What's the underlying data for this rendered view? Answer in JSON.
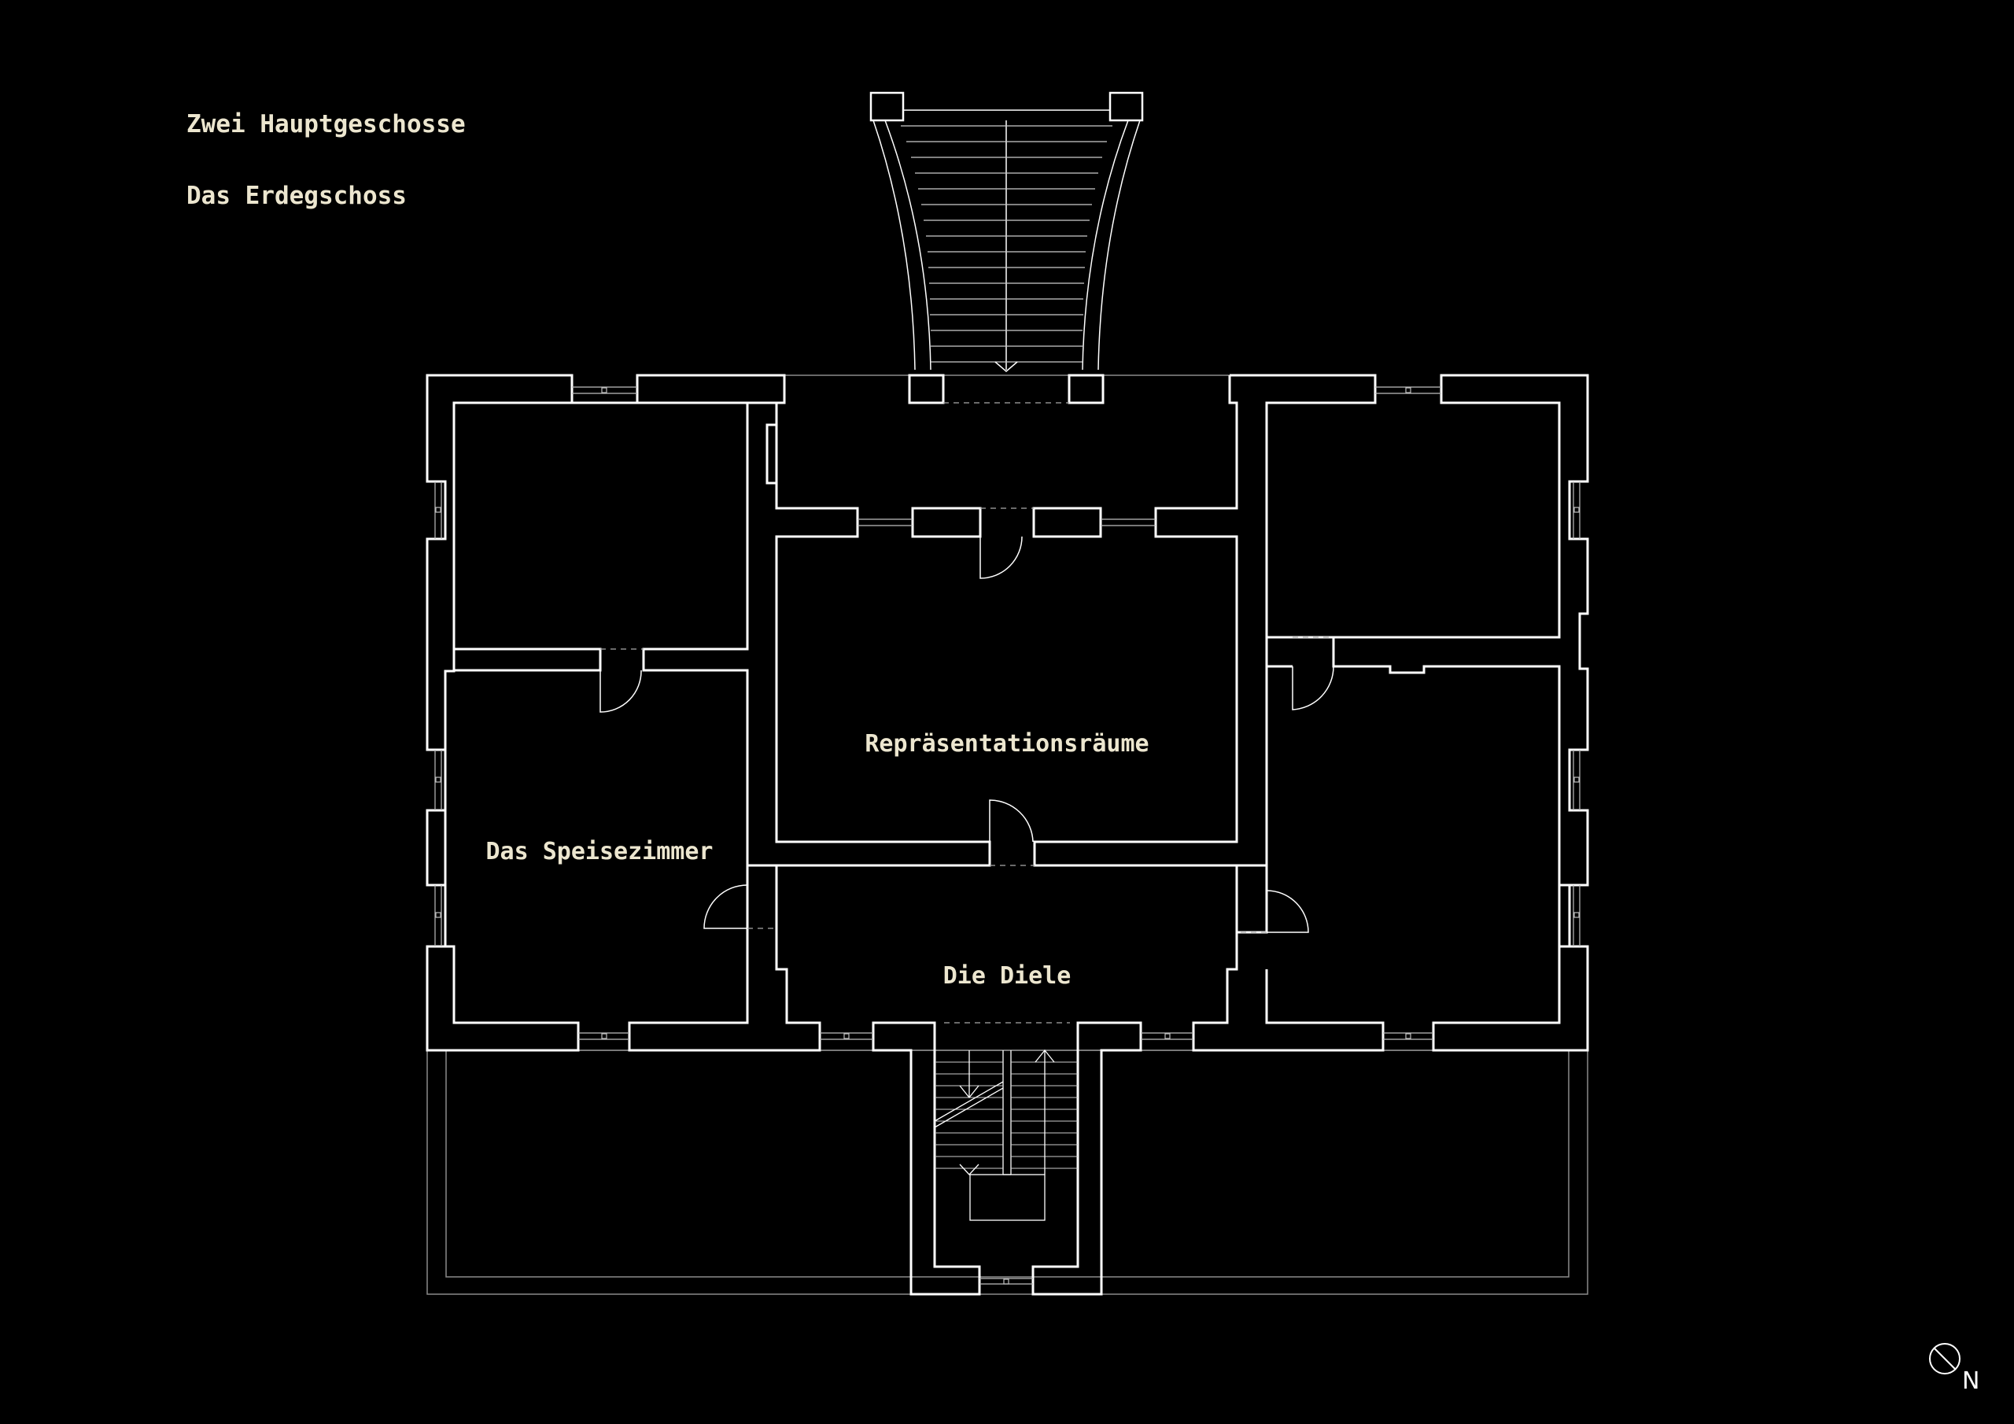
{
  "captions": {
    "title": "Zwei Hauptgeschosse",
    "subtitle": "Das Erdegschoss"
  },
  "rooms": {
    "reception": "Repräsentationsräume",
    "dining": "Das Speisezimmer",
    "hall": "Die Diele"
  },
  "compass": {
    "label": "N"
  },
  "colors": {
    "background": "#000000",
    "walls": "#ffffff",
    "text": "#ece6cf"
  }
}
